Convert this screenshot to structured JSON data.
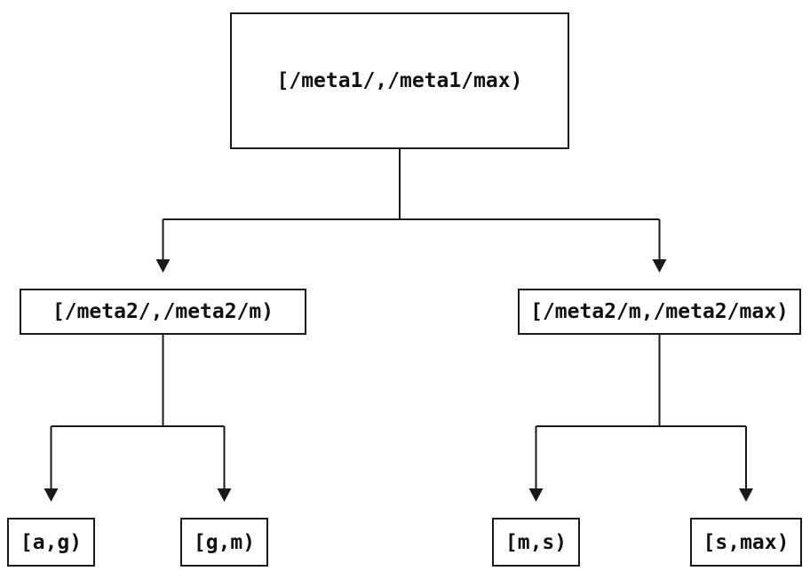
{
  "diagram": {
    "type": "tree",
    "nodes": {
      "root": {
        "label": "[/meta1/,/meta1/max)"
      },
      "meta2_left": {
        "label": "[/meta2/,/meta2/m)"
      },
      "meta2_right": {
        "label": "[/meta2/m,/meta2/max)"
      },
      "leaf_ag": {
        "label": "[a,g)"
      },
      "leaf_gm": {
        "label": "[g,m)"
      },
      "leaf_ms": {
        "label": "[m,s)"
      },
      "leaf_smax": {
        "label": "[s,max)"
      }
    },
    "edges": [
      {
        "from": "root",
        "to": "meta2_left"
      },
      {
        "from": "root",
        "to": "meta2_right"
      },
      {
        "from": "meta2_left",
        "to": "leaf_ag"
      },
      {
        "from": "meta2_left",
        "to": "leaf_gm"
      },
      {
        "from": "meta2_right",
        "to": "leaf_ms"
      },
      {
        "from": "meta2_right",
        "to": "leaf_smax"
      }
    ],
    "colors": {
      "line": "#1a1a1a",
      "box_border": "#1a1a1a",
      "text": "#111111",
      "background": "#ffffff"
    }
  }
}
